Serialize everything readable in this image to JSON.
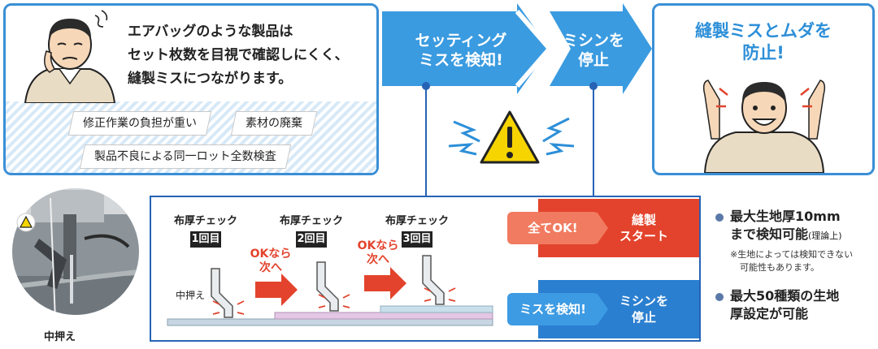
{
  "problem": {
    "line1": "エアバッグのような製品は",
    "line2": "セット枚数を目視で確認しにくく、",
    "line3": "縫製ミスにつながります。",
    "tags": [
      "修正作業の負担が重い",
      "素材の廃棄",
      "製品不良による同一ロット全数検査"
    ]
  },
  "flow": {
    "detect_line1": "セッティング",
    "detect_line2": "ミスを検知!",
    "stop_line1": "ミシンを",
    "stop_line2": "停止"
  },
  "result": {
    "line1": "縫製ミスとムダを",
    "line2": "防止!"
  },
  "photo": {
    "caption": "中押え"
  },
  "process": {
    "checks": [
      {
        "title": "布厚チェック",
        "badge": "1回目"
      },
      {
        "title": "布厚チェック",
        "badge": "2回目"
      },
      {
        "title": "布厚チェック",
        "badge": "3回目"
      }
    ],
    "ok_next_1": "OKなら",
    "ok_next_2": "次へ",
    "presser_label": "中押え",
    "ok_pill": "全てOK!",
    "ok_result_line1": "縫製",
    "ok_result_line2": "スタート",
    "ng_pill": "ミスを検知!",
    "ng_result_line1": "ミシンを",
    "ng_result_line2": "停止"
  },
  "specs": {
    "spec1_line1": "最大生地厚10mm",
    "spec1_line2": "まで検知可能",
    "spec1_suffix": "(理論上)",
    "note_line1": "※生地によっては検知できない",
    "note_line2": "可能性もあります。",
    "spec2_line1": "最大50種類の生地",
    "spec2_line2": "厚設定が可能"
  },
  "colors": {
    "blue": "#3a8fd6",
    "red": "#e3432c",
    "navy": "#2663b5"
  }
}
